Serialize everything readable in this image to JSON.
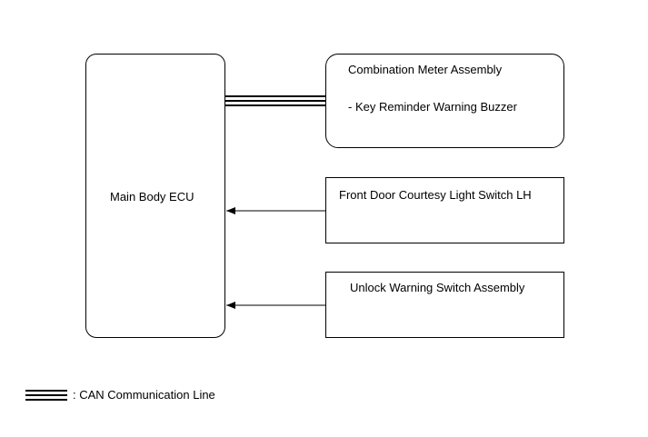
{
  "ecu": {
    "name": "Main Body ECU"
  },
  "meter": {
    "title": "Combination Meter Assembly",
    "subitem": "- Key Reminder Warning Buzzer"
  },
  "door_switch": {
    "name": "Front Door Courtesy Light Switch LH"
  },
  "unlock_switch": {
    "name": "Unlock Warning Switch Assembly"
  },
  "legend": {
    "can_label": ": CAN Communication Line"
  },
  "colors": {
    "line": "#000000",
    "background": "#ffffff"
  }
}
